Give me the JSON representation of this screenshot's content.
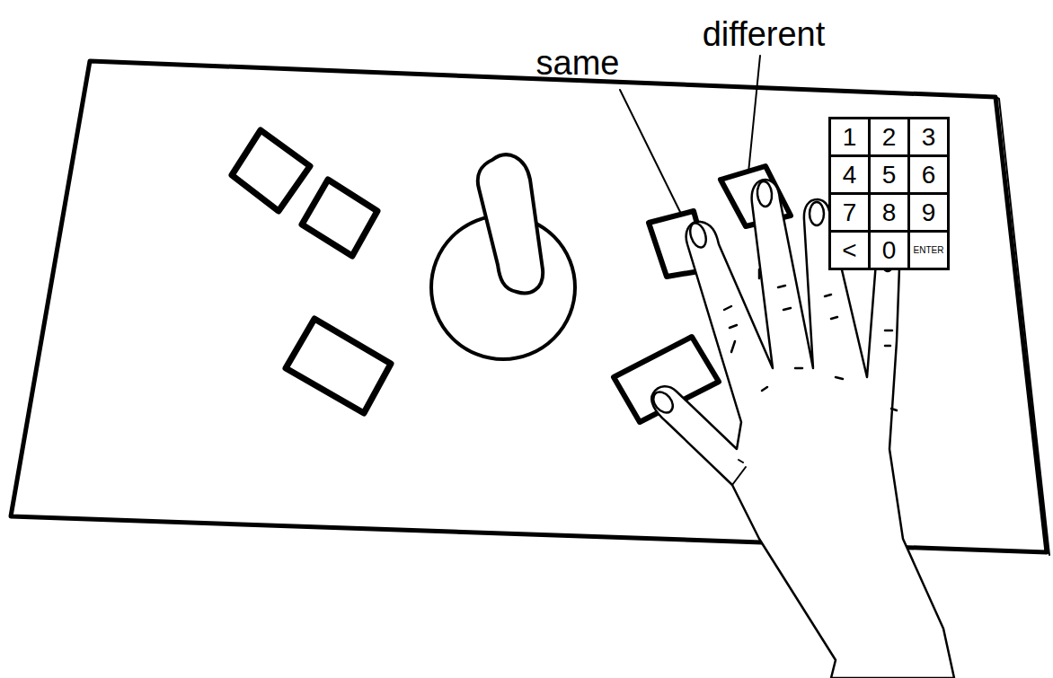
{
  "diagram": {
    "nodes": [
      {
        "text": [
          "1"
        ]
      },
      {
        "text": [
          "2"
        ]
      },
      {
        "text": [
          "3"
        ]
      },
      {
        "text": [
          "4"
        ]
      },
      {
        "text": [
          "5"
        ]
      },
      {
        "text": [
          "6"
        ]
      },
      {
        "text": [
          "7"
        ]
      },
      {
        "text": [
          "8"
        ]
      },
      {
        "text": [
          "9"
        ]
      },
      {
        "text": [
          "<"
        ]
      },
      {
        "text": [
          "0"
        ]
      },
      {
        "text": [
          "ENTER"
        ]
      }
    ],
    "labels": [
      "same",
      "different"
    ]
  }
}
